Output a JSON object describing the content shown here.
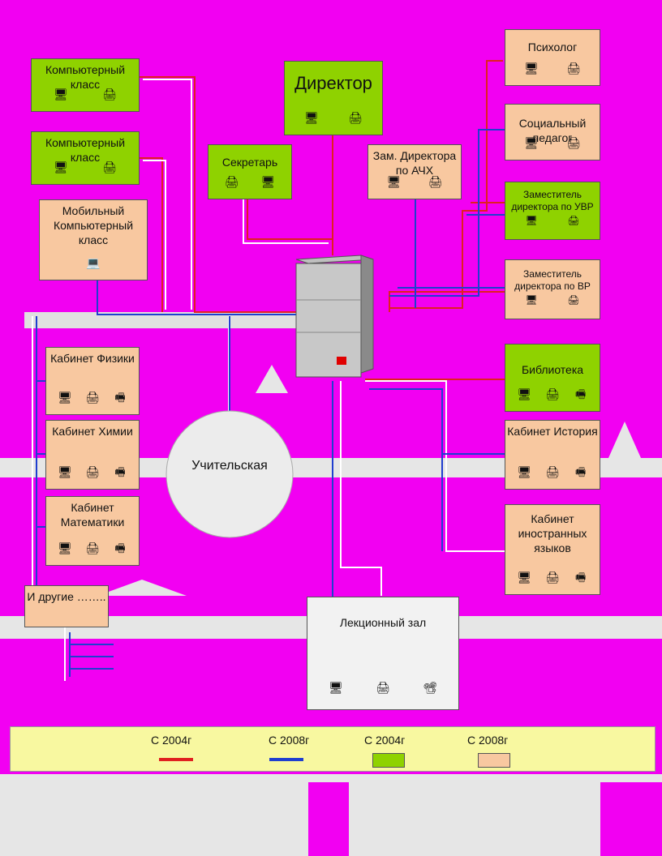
{
  "nodes": {
    "comp1": "Компьютерный класс",
    "comp2": "Компьютерный класс",
    "mobile": "Мобильный Компьютерный класс",
    "director": "Директор",
    "secretary": "Секретарь",
    "zam_ahch": "Зам. Директора по АЧХ",
    "psychologist": "Психолог",
    "social": "Социальный педагог",
    "zam_uvr": "Заместитель директора по УВР",
    "zam_vr": "Заместитель директора по ВР",
    "physics": "Кабинет Физики",
    "chemistry": "Кабинет Химии",
    "math": "Кабинет Математики",
    "others": "И другие ……..",
    "teachers": "Учительская",
    "library": "Библиотека",
    "history": "Кабинет История",
    "languages": "Кабинет иностранных языков",
    "lecture": "Лекционный зал"
  },
  "legend": {
    "red_line": "С 2004г",
    "blue_line": "С 2008г",
    "green_box": "С 2004г",
    "peach_box": "С 2008г"
  },
  "colors": {
    "background": "#f200f2",
    "green": "#8fd200",
    "peach": "#f8c8a0",
    "red_line": "#e02020",
    "blue_line": "#1f3fcf",
    "legend_bg": "#f8f8a0"
  }
}
